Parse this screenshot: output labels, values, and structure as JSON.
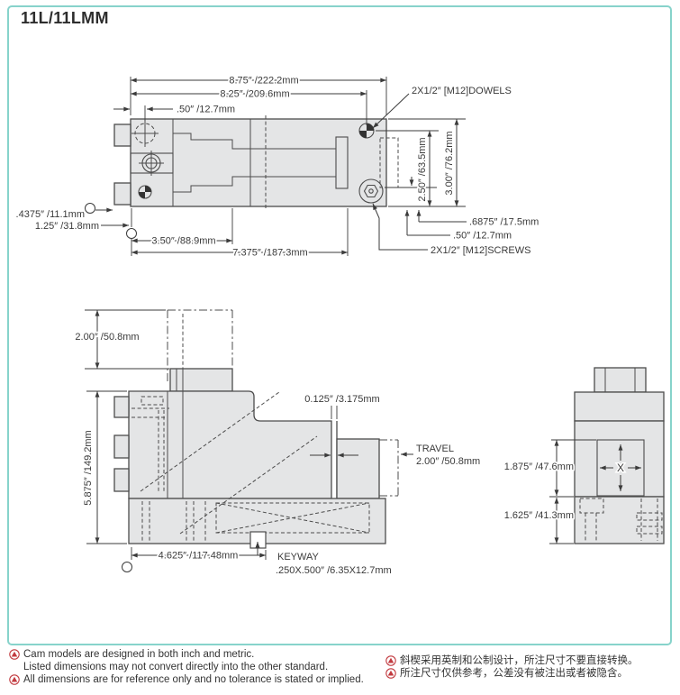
{
  "page": {
    "title": "11L/11LMM"
  },
  "colors": {
    "frame_border": "#87d3cb",
    "drawing_fill": "#e4e5e6",
    "drawing_line": "#4c4c4c",
    "warning_red": "#c23b40"
  },
  "top_view": {
    "dim_overall_width": "8.75″ /222.2mm",
    "dim_to_dowel": "8.25″ /209.6mm",
    "dim_dowel_inset": ".50″ /12.7mm",
    "label_dowels": "2X1/2″ [M12]DOWELS",
    "dim_dowel_height": "2.50″ /63.5mm",
    "dim_overall_height": "3.00″ /76.2mm",
    "dim_tab_offset": ".4375″ /11.1mm",
    "dim_left_offset": "1.25″ /31.8mm",
    "dim_step": "3.50″ /88.9mm",
    "dim_slot": "7.375″ /187.3mm",
    "dim_screw_edge": ".6875″ /17.5mm",
    "dim_screw_inset": ".50″ /12.7mm",
    "label_screws": "2X1/2″ [M12]SCREWS"
  },
  "side_view": {
    "dim_travel_height": "2.00″ /50.8mm",
    "dim_body_height": "5.875″ /149.2mm",
    "dim_gap": "0.125″ /3.175mm",
    "label_travel": "TRAVEL",
    "dim_travel": "2.00″ /50.8mm",
    "dim_keyway_pos": "4.625″ /117.48mm",
    "label_keyway": "KEYWAY",
    "dim_keyway_size": ".250X.500″ /6.35X12.7mm"
  },
  "end_view": {
    "dim_upper": "1.875″ /47.6mm",
    "dim_lower": "1.625″ /41.3mm",
    "label_x": "X"
  },
  "footer": {
    "notes_en": [
      {
        "text": "Cam models are designed in both inch and metric."
      },
      {
        "text": "Listed dimensions may not convert directly into the other standard."
      },
      {
        "text": "All dimensions are for reference only and no tolerance is stated or implied."
      }
    ],
    "notes_zh": [
      {
        "text": "斜楔采用英制和公制设计，所注尺寸不要直接转换。"
      },
      {
        "text": "所注尺寸仅供参考，公差没有被注出或者被隐含。"
      }
    ]
  }
}
